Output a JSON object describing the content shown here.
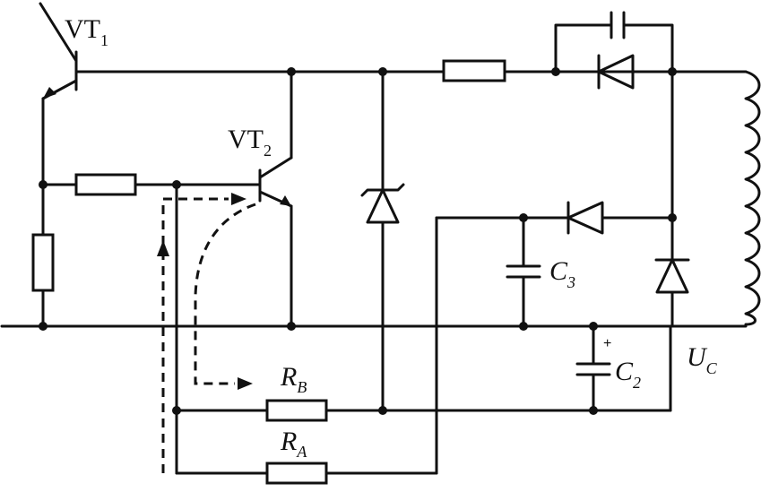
{
  "labels": {
    "vt1": {
      "main": "VT",
      "sub": "1"
    },
    "vt2": {
      "main": "VT",
      "sub": "2"
    },
    "c3": {
      "main": "C",
      "sub": "3"
    },
    "c2": {
      "main": "C",
      "sub": "2",
      "polarity": "+"
    },
    "rb": {
      "main": "R",
      "sub": "B"
    },
    "ra": {
      "main": "R",
      "sub": "A"
    },
    "uc": {
      "main": "U",
      "sub": "C"
    }
  }
}
